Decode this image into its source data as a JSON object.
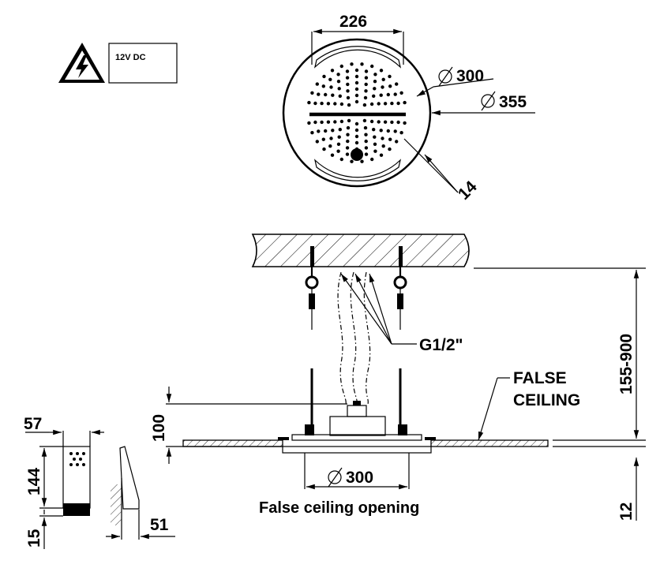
{
  "labels": {
    "voltage": "12V DC",
    "dim_width": "226",
    "dim_diameter_inner": "300",
    "dim_diameter_outer": "355",
    "dim_thickness": "14",
    "dim_drop": "155-900",
    "connection": "G1/2\"",
    "false_ceiling_line1": "FALSE",
    "false_ceiling_line2": "CEILING",
    "dim_height": "100",
    "dim_opening": "300",
    "opening_caption": "False ceiling opening",
    "dim_panel": "12",
    "dim_box_width": "57",
    "dim_box_height": "144",
    "dim_box_base": "15",
    "dim_box_depth": "51"
  },
  "icons": {
    "warning": "high-voltage-warning-icon",
    "diameter": "diameter-symbol-icon"
  }
}
